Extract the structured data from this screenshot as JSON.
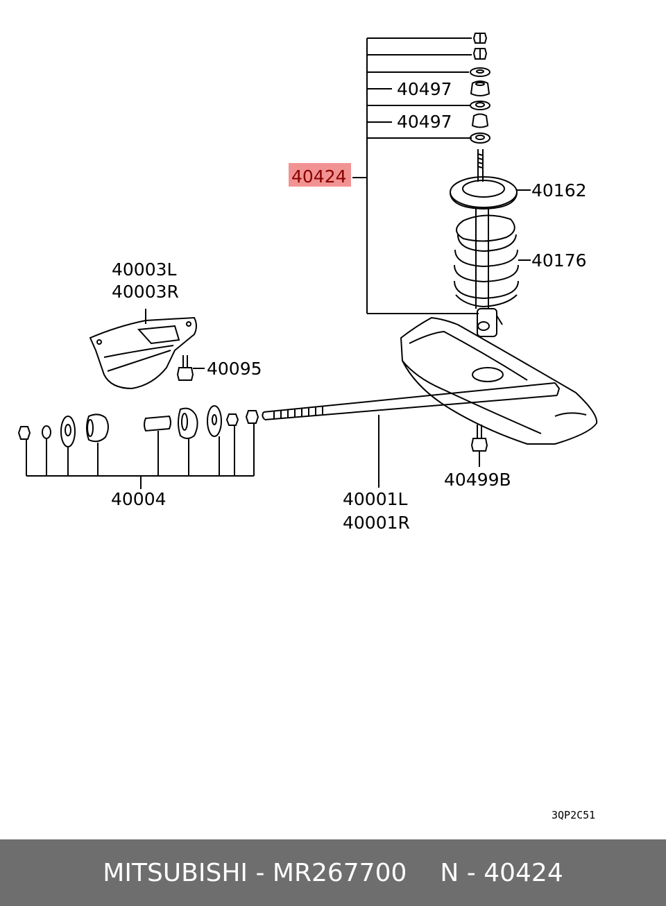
{
  "diagram": {
    "labels": {
      "l40497a": "40497",
      "l40497b": "40497",
      "l40424": "40424",
      "l40162": "40162",
      "l40176": "40176",
      "l40003L": "40003L",
      "l40003R": "40003R",
      "l40095": "40095",
      "l40004": "40004",
      "l40001L": "40001L",
      "l40001R": "40001R",
      "l40499B": "40499B"
    },
    "highlighted_part": "40424",
    "highlight_color": "#f08080",
    "drawing_code": "3QP2C51"
  },
  "footer": {
    "brand_part": "MITSUBISHI - MR267700",
    "ref": "N - 40424"
  }
}
